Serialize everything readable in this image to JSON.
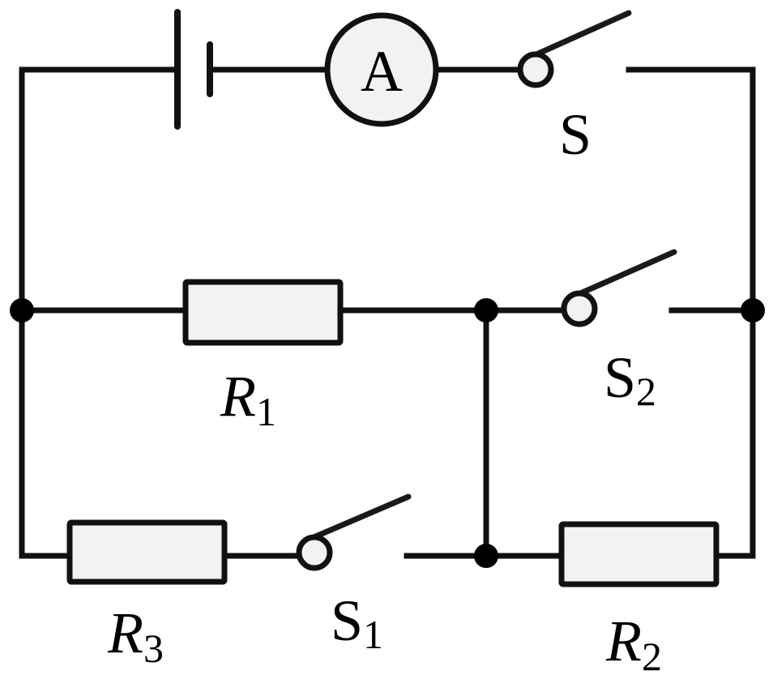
{
  "diagram": {
    "type": "circuit-schematic",
    "components": {
      "battery": {
        "label": "",
        "symbol": "battery-cell"
      },
      "ammeter": {
        "label": "A"
      },
      "switch_S": {
        "label": "S",
        "subscript": "",
        "state": "open"
      },
      "switch_S1": {
        "label": "S",
        "subscript": "1",
        "state": "open"
      },
      "switch_S2": {
        "label": "S",
        "subscript": "2",
        "state": "open"
      },
      "resistor_R1": {
        "label": "R",
        "subscript": "1"
      },
      "resistor_R2": {
        "label": "R",
        "subscript": "2"
      },
      "resistor_R3": {
        "label": "R",
        "subscript": "3"
      }
    },
    "colors": {
      "stroke": "#111111",
      "component_fill": "#f2f2f2",
      "background": "#ffffff"
    }
  }
}
